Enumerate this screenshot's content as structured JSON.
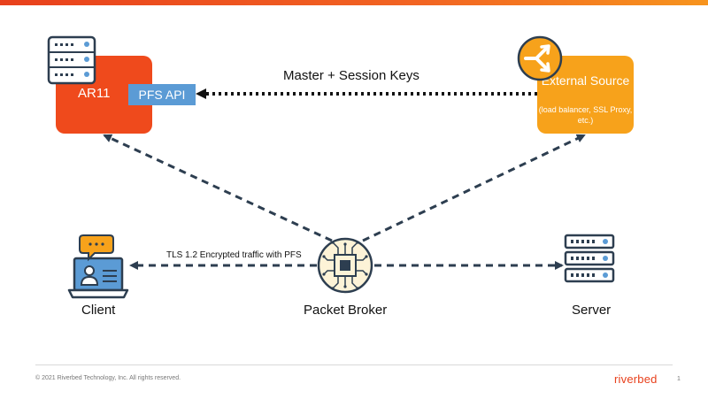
{
  "nodes": {
    "ar11": "AR11",
    "pfs_api": "PFS API",
    "external_source_title": "External Source",
    "external_source_subtitle": "(load balancer, SSL Proxy, etc.)",
    "client": "Client",
    "packet_broker": "Packet Broker",
    "server": "Server"
  },
  "edges": {
    "keys_label": "Master + Session Keys",
    "tls_label": "TLS 1.2 Encrypted traffic with PFS"
  },
  "footer": {
    "copyright": "© 2021 Riverbed Technology, Inc. All rights reserved.",
    "logo": "riverbed",
    "page_number": "1"
  },
  "colors": {
    "ar11_box": "#ef4a1c",
    "external_box": "#f7a21b",
    "pfs_api_box": "#5b9bd5",
    "connector": "#2d3e50",
    "packet_broker_icon": "#fdf3d7"
  },
  "icons": [
    "server-rack-icon",
    "load-balancer-icon",
    "laptop-user-icon",
    "chip-circuit-icon",
    "server-stack-icon"
  ]
}
